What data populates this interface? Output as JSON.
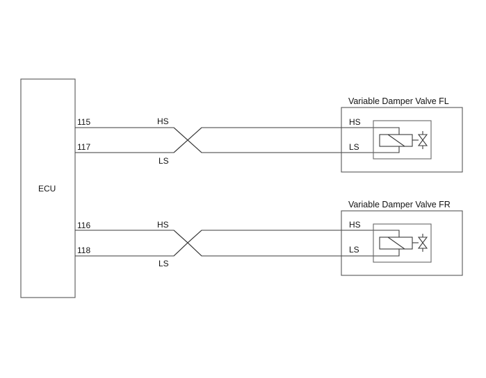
{
  "diagram": {
    "ecu": {
      "label": "ECU"
    },
    "circuits": [
      {
        "component": "Variable Damper Valve FL",
        "wires": [
          {
            "pin": "115",
            "signal": "HS",
            "terminal": "HS"
          },
          {
            "pin": "117",
            "signal": "LS",
            "terminal": "LS"
          }
        ],
        "twisted_pair": true
      },
      {
        "component": "Variable Damper Valve FR",
        "wires": [
          {
            "pin": "116",
            "signal": "HS",
            "terminal": "HS"
          },
          {
            "pin": "118",
            "signal": "LS",
            "terminal": "LS"
          }
        ],
        "twisted_pair": true
      }
    ],
    "colors": {
      "line": "#3a3a3a",
      "box": "#555555",
      "background": "#ffffff"
    }
  }
}
